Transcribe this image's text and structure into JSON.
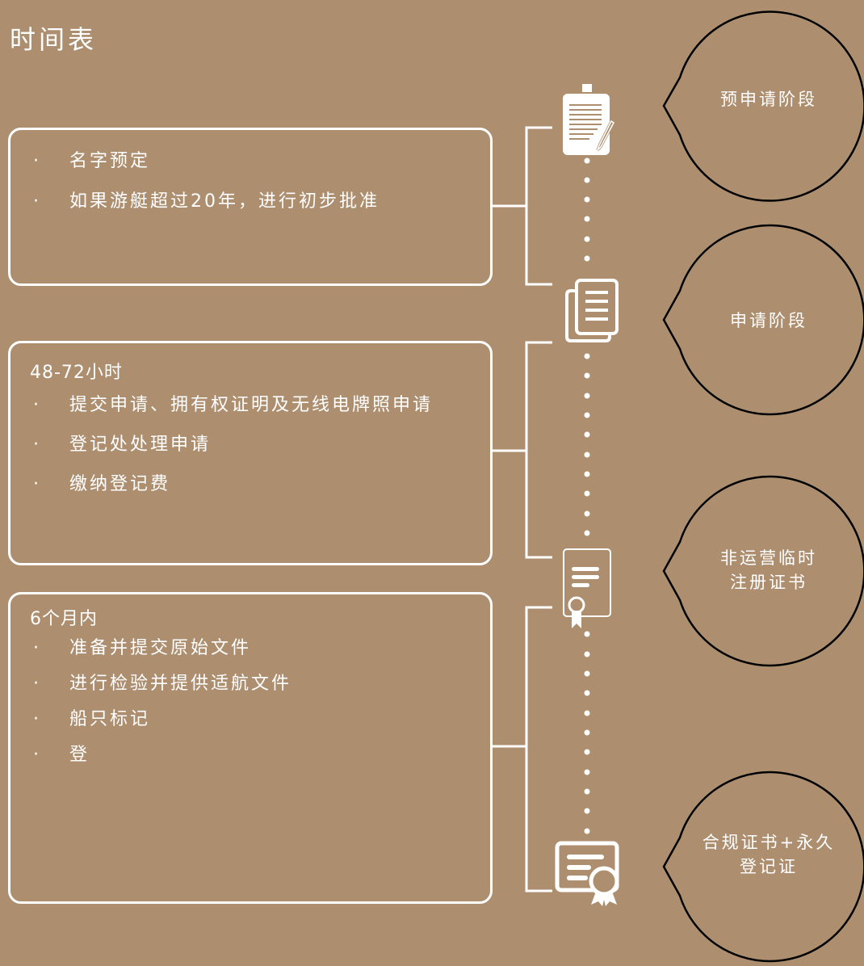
{
  "title": "时间表",
  "stages": [
    {
      "lead": "",
      "items": [
        "名字预定",
        "如果游艇超过20年，进行初步批准"
      ],
      "bubble_lines": [
        "预申请阶段"
      ],
      "icon": "clipboard-icon"
    },
    {
      "lead": "48-72小时",
      "items": [
        "提交申请、拥有权证明及无线电牌照申请",
        "登记处处理申请",
        "缴纳登记费"
      ],
      "bubble_lines": [
        "申请阶段"
      ],
      "icon": "documents-icon"
    },
    {
      "lead": "6个月内",
      "items": [
        "准备并提交原始文件",
        "进行检验并提供适航文件",
        "船只标记",
        "登"
      ],
      "bubble_lines": [
        "非运营临时",
        "注册证书"
      ],
      "icon": "certificate-icon"
    }
  ],
  "final_bubble_lines": [
    "合规证书+永久",
    "登记证"
  ],
  "final_icon": "award-certificate-icon",
  "colors": {
    "background": "#ad8f70",
    "line": "#ffffff"
  }
}
